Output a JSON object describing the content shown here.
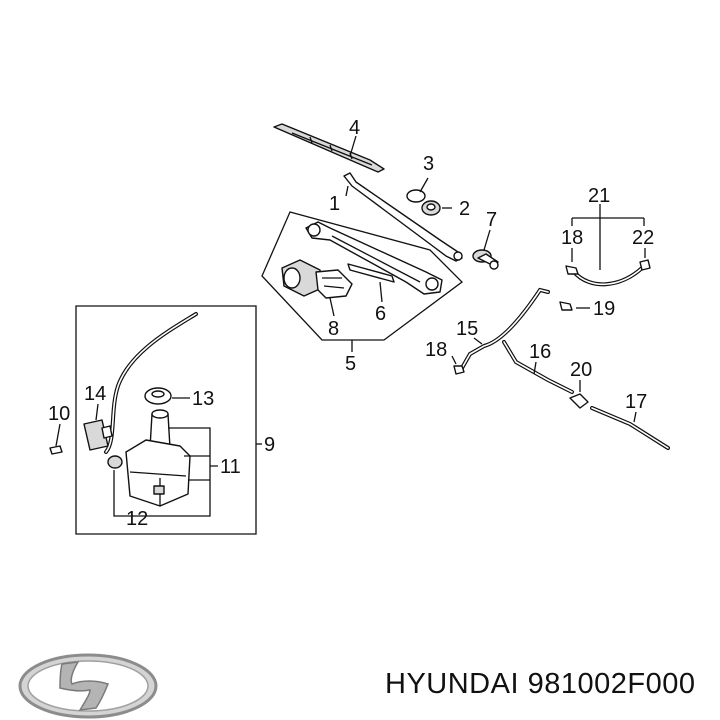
{
  "callouts": {
    "c1": "1",
    "c2": "2",
    "c3": "3",
    "c4": "4",
    "c5": "5",
    "c6": "6",
    "c7": "7",
    "c8": "8",
    "c9": "9",
    "c10": "10",
    "c11": "11",
    "c12": "12",
    "c13": "13",
    "c14": "14",
    "c15": "15",
    "c16": "16",
    "c17": "17",
    "c18a": "18",
    "c18b": "18",
    "c19": "19",
    "c20": "20",
    "c21": "21",
    "c22": "22"
  },
  "caption": {
    "brand": "HYUNDAI",
    "part_number": "981002F000"
  },
  "logo": {
    "icon": "hyundai-logo-icon"
  },
  "colors": {
    "line": "#111111",
    "logo": "#9a9a9a"
  }
}
